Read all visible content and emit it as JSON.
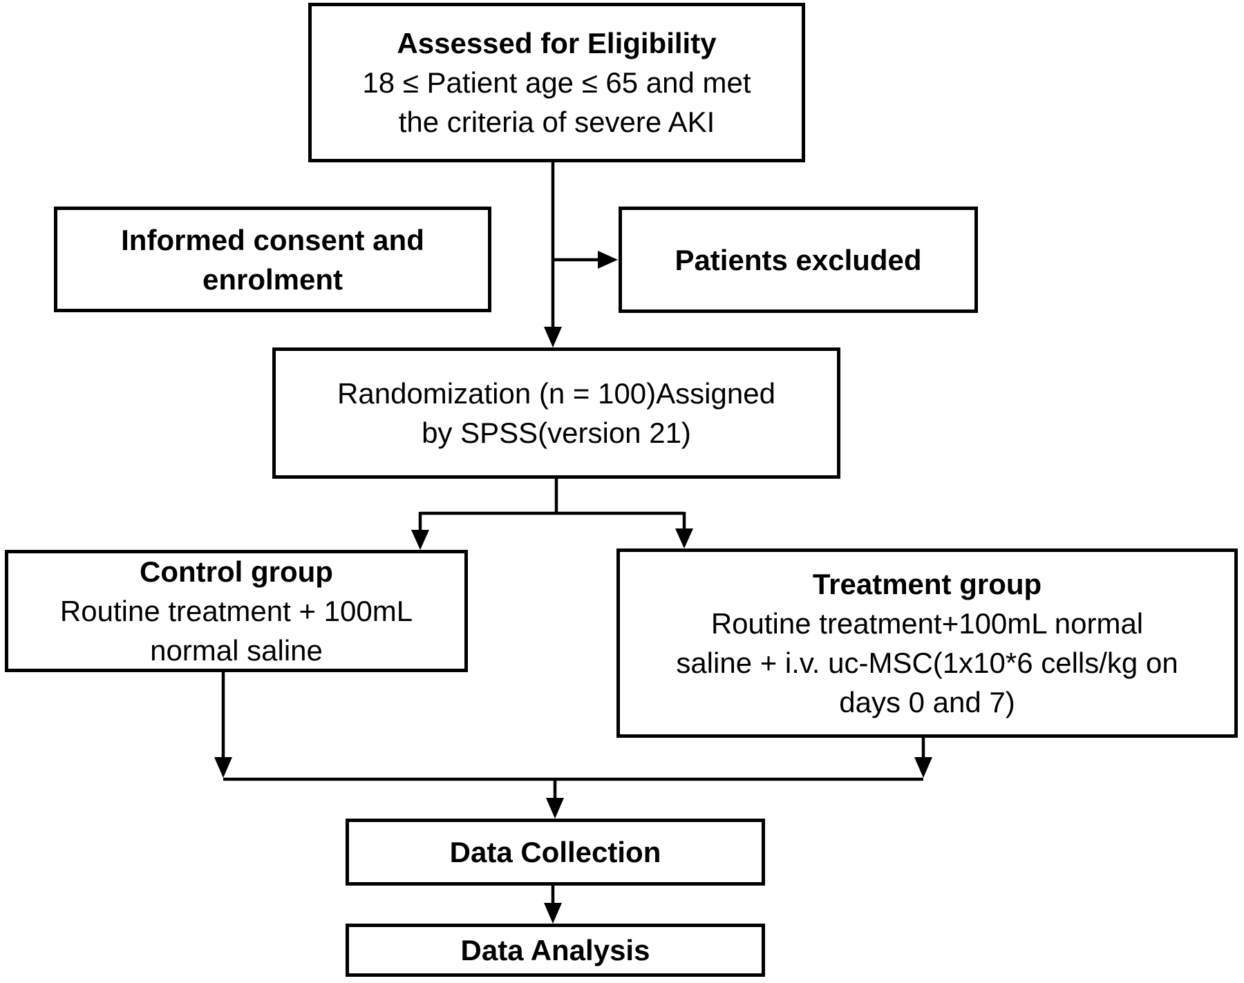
{
  "diagram": {
    "type": "flowchart",
    "description": "Clinical trial enrollment and randomization flow diagram"
  },
  "colors": {
    "background": "#ffffff",
    "box_border": "#000000",
    "text": "#000000",
    "connector": "#000000"
  },
  "boxes": {
    "assessed": {
      "lines": [
        "Assessed for Eligibility",
        "18 ≤ Patient age ≤ 65 and met",
        "the criteria of severe AKI"
      ]
    },
    "informed": {
      "lines": [
        "Informed consent and",
        "enrolment"
      ]
    },
    "excluded": {
      "lines": [
        "Patients excluded"
      ]
    },
    "randomization": {
      "lines": [
        "Randomization (n = 100)Assigned",
        "by SPSS(version 21)"
      ]
    },
    "control": {
      "lines": [
        "Control group",
        "Routine treatment + 100mL",
        "normal saline"
      ]
    },
    "treatment": {
      "lines": [
        "Treatment group",
        "Routine treatment+100mL normal",
        "saline + i.v. uc-MSC(1x10*6 cells/kg on",
        "days 0 and 7)"
      ]
    },
    "collection": {
      "lines": [
        "Data Collection"
      ]
    },
    "analysis": {
      "lines": [
        "Data Analysis"
      ]
    }
  }
}
